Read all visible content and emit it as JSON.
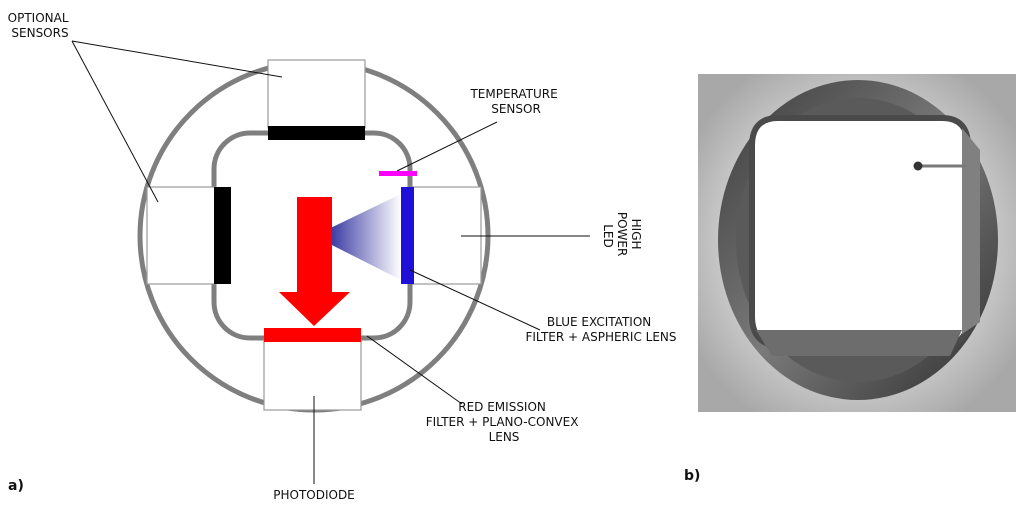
{
  "labels": {
    "optional_sensors": [
      "OPTIONAL",
      "SENSORS"
    ],
    "temperature_sensor": [
      "TEMPERATURE",
      "SENSOR"
    ],
    "high_power_led": [
      "HIGH",
      "POWER",
      "LED"
    ],
    "blue_excitation": [
      "BLUE EXCITATION",
      "FILTER + ASPHERIC LENS"
    ],
    "red_emission": [
      "RED EMISSION",
      "FILTER + PLANO-CONVEX",
      "LENS"
    ],
    "photodiode": "PHOTODIODE",
    "panel_a": "a)",
    "panel_b": "b)"
  },
  "colors": {
    "housing": "#7f7f7f",
    "optional_filter": "#000000",
    "blue_filter": "#1f10d8",
    "red_filter": "#ff0000",
    "temperature_sensor": "#ff00ff",
    "arrow": "#ff0000",
    "excitation_beam": "#1a1a9a"
  }
}
